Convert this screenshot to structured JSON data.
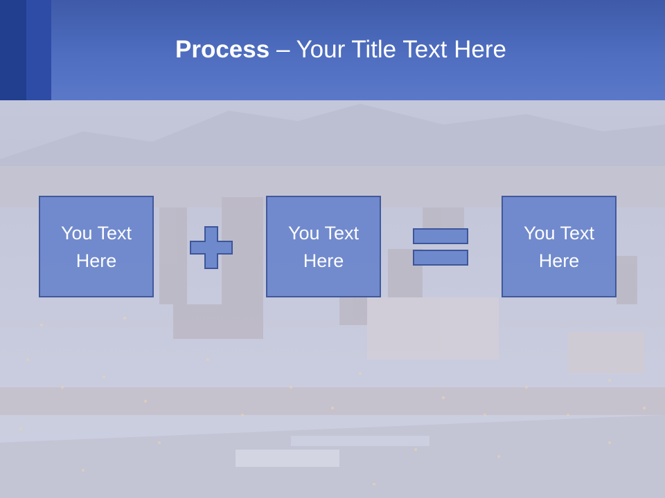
{
  "header": {
    "title_bold": "Process",
    "title_rest": " – Your Title Text Here"
  },
  "process": {
    "steps": [
      {
        "label": "You Text\nHere"
      },
      {
        "label": "You Text\nHere"
      },
      {
        "label": "You Text\nHere"
      }
    ],
    "operators": [
      "plus-icon",
      "equals-icon"
    ]
  },
  "colors": {
    "header": "#4f6ec0",
    "box_fill": "#6f89cd",
    "box_border": "#3d5599"
  }
}
